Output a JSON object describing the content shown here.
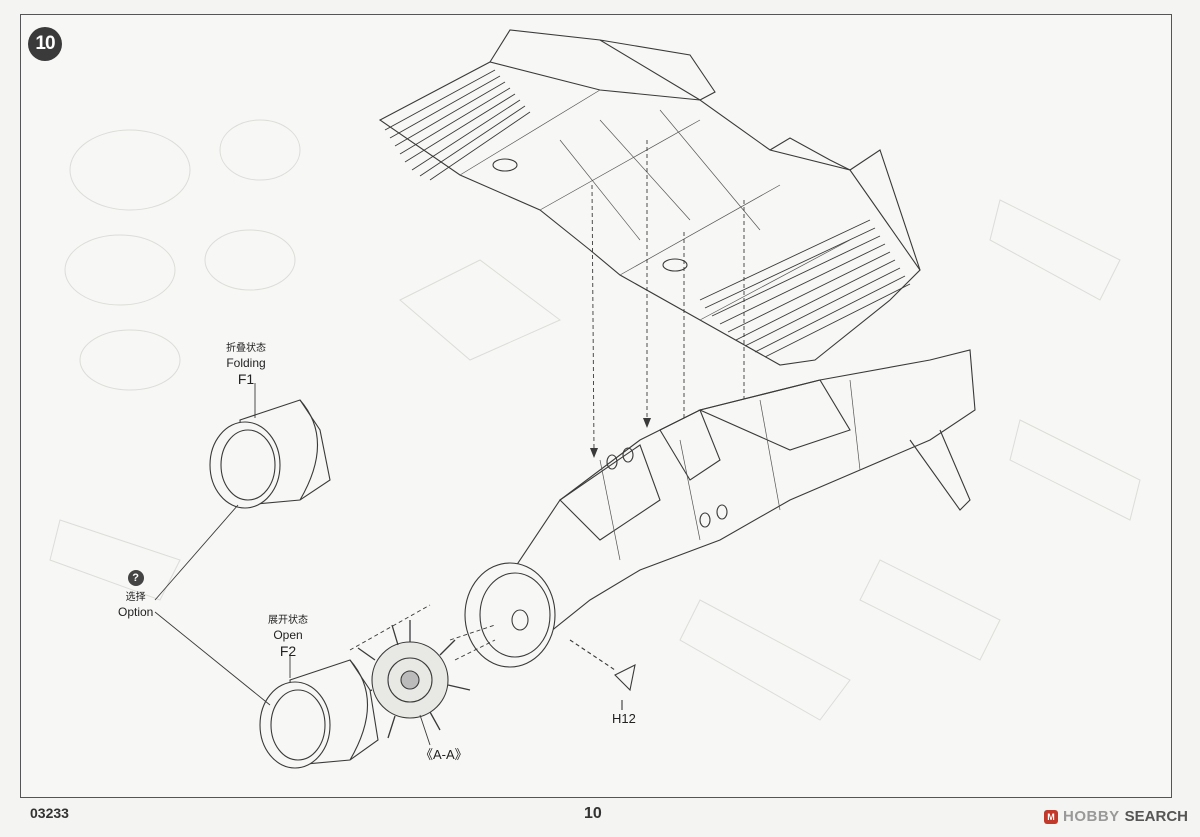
{
  "step": {
    "number": "10"
  },
  "labels": {
    "folding": {
      "cn": "折叠状态",
      "en": "Folding",
      "code": "F1"
    },
    "open": {
      "cn": "展开状态",
      "en": "Open",
      "code": "F2"
    },
    "option": {
      "icon": "?",
      "cn": "选择",
      "en": "Option"
    },
    "part_h12": "H12",
    "engine": "《A-A》"
  },
  "footer": {
    "product_code": "03233",
    "page_number": "10"
  },
  "watermark": {
    "logo": "M",
    "brand": "HOBBY",
    "text": "SEARCH"
  },
  "icons": {
    "step": "circle-number-icon",
    "option": "question-circle-icon",
    "brand": "hobby-search-logo-icon"
  }
}
